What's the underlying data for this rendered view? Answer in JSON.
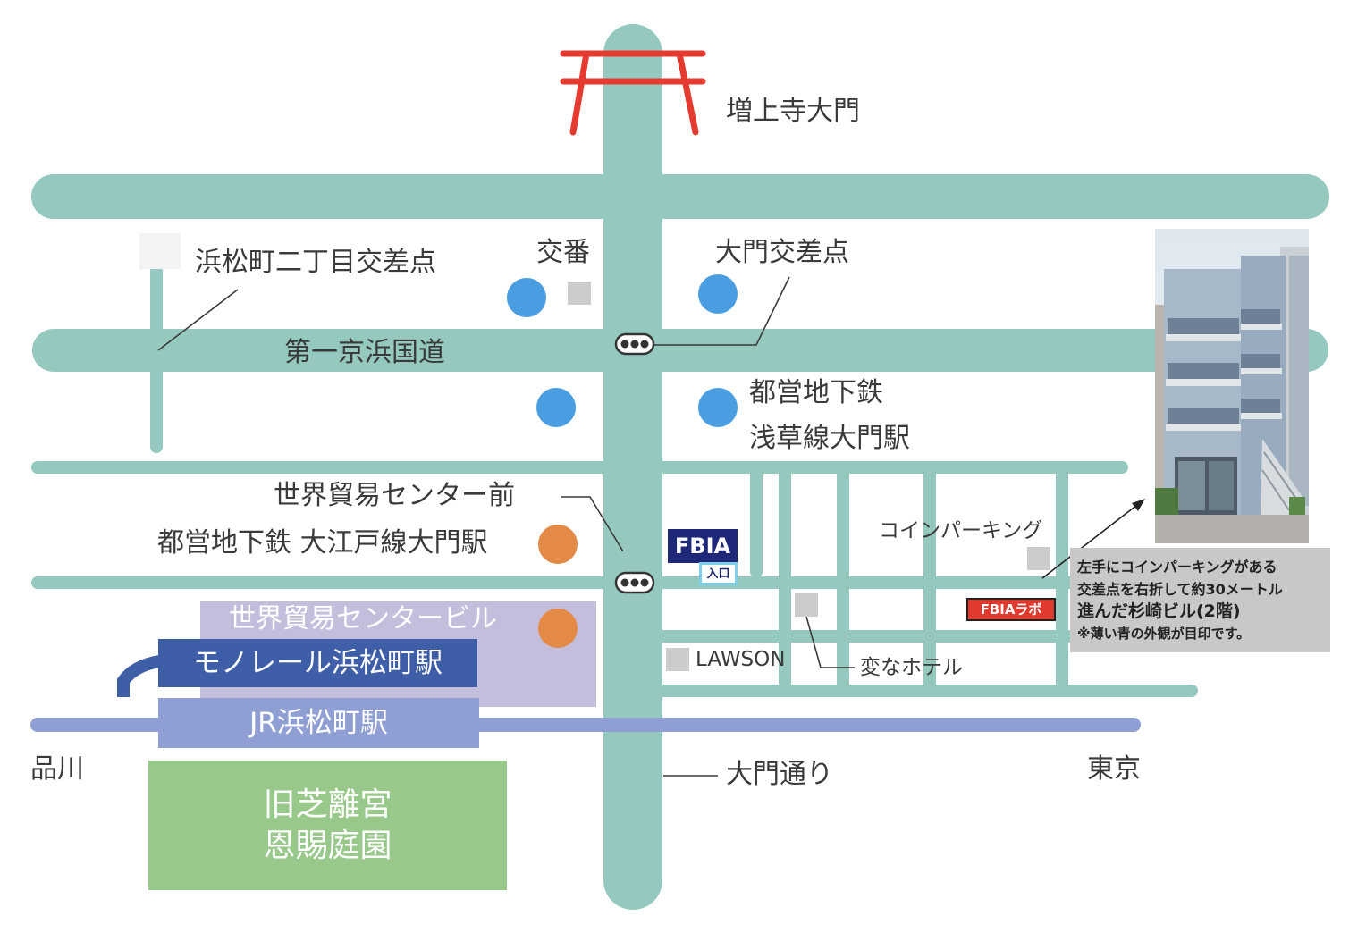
{
  "colors": {
    "road": "#95c9bf",
    "torii": "#e53a2f",
    "metro_blue": "#4a9de1",
    "metro_orange": "#e38a47",
    "jr_line": "#8f9fd3",
    "monorail": "#3f5ea8",
    "world_trade_building": "#c4bedc",
    "garden": "#98c98b",
    "fbia_navy": "#1f2878",
    "lab_red": "#e03a2e",
    "building_gray": "#cccccc"
  },
  "labels": {
    "zojoji_gate": "増上寺大門",
    "hamamatsucho_2_intersection": "浜松町二丁目交差点",
    "koban": "交番",
    "daimon_intersection": "大門交差点",
    "route_1": "第一京浜国道",
    "toei_asakusa_line_1": "都営地下鉄",
    "toei_asakusa_line_2": "浅草線大門駅",
    "wtc_mae": "世界貿易センター前",
    "toei_oedo_daimon": "都営地下鉄 大江戸線大門駅",
    "coin_parking": "コインパーキング",
    "wtc_building": "世界貿易センタービル",
    "monorail_station": "モノレール浜松町駅",
    "jr_station": "JR浜松町駅",
    "shinagawa": "品川",
    "tokyo": "東京",
    "daimon_dori": "大門通り",
    "lawson": "LAWSON",
    "strange_hotel": "変なホテル",
    "garden_1": "旧芝離宮",
    "garden_2": "恩賜庭園"
  },
  "markers": {
    "fbia": "FBIA",
    "entrance": "入口",
    "fbia_lab": "FBIAラボ"
  },
  "directions": {
    "line1": "左手にコインパーキングがある",
    "line2": "交差点を右折して約30メートル",
    "line3": "進んだ杉崎ビル(2階)",
    "line4": "※薄い青の外観が目印です。"
  },
  "icons": {
    "gate": "torii-gate-icon",
    "traffic_signal": "traffic-signal-icon",
    "subway_station": "subway-station-icon",
    "building": "building-square-icon"
  }
}
